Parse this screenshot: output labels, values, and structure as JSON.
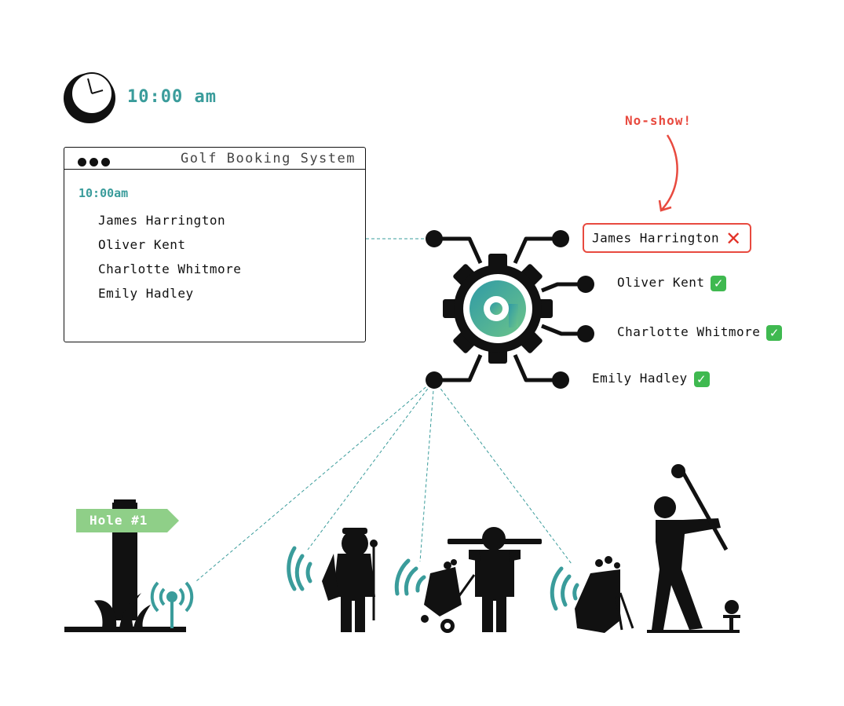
{
  "clock": {
    "time_label": "10:00 am"
  },
  "booking_window": {
    "title": "Golf Booking System",
    "slot": "10:00am",
    "players": [
      "James Harrington",
      "Oliver Kent",
      "Charlotte Whitmore",
      "Emily Hadley"
    ]
  },
  "results": {
    "annotation": "No-show!",
    "items": [
      {
        "name": "James Harrington",
        "status": "✕"
      },
      {
        "name": "Oliver Kent",
        "status": "✓"
      },
      {
        "name": "Charlotte Whitmore",
        "status": "✓"
      },
      {
        "name": "Emily Hadley",
        "status": "✓"
      }
    ]
  },
  "sign": {
    "label": "Hole #1"
  },
  "colors": {
    "accent": "#3a9c9b",
    "alert": "#e84a3f",
    "success": "#3fb950",
    "sign_green": "#8fcf88"
  },
  "icons": [
    "clock-icon",
    "gear-hub-icon",
    "sensor-icon",
    "golfer-icon",
    "trolley-icon",
    "golf-bag-icon",
    "swing-golfer-icon",
    "tee-icon"
  ]
}
